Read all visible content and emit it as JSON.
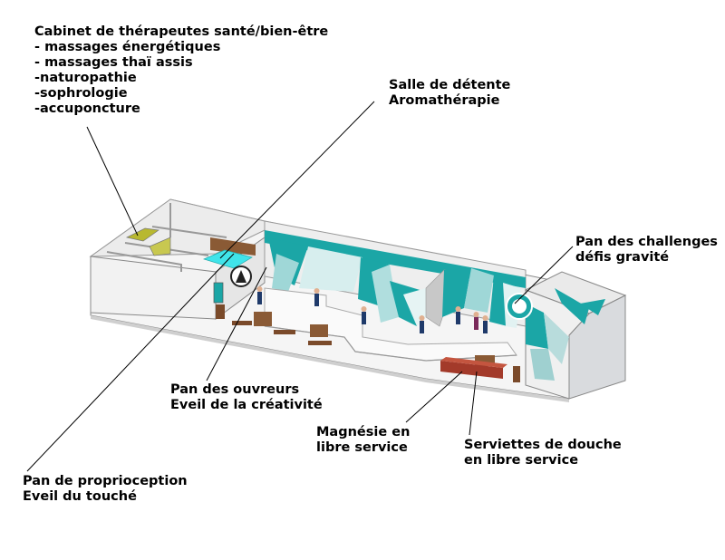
{
  "labels": {
    "cabinet": {
      "lines": [
        "Cabinet de thérapeutes santé/bien-être",
        "- massages énergétiques",
        "- massages thaï assis",
        "-naturopathie",
        "-sophrologie",
        "-accuponcture"
      ]
    },
    "detente": {
      "lines": [
        "Salle de détente",
        "Aromathérapie"
      ]
    },
    "challenges": {
      "lines": [
        "Pan des challenges",
        "défis gravité"
      ]
    },
    "ouvreurs": {
      "lines": [
        "Pan des ouvreurs",
        "Eveil de la créativité"
      ]
    },
    "magnesie": {
      "lines": [
        "Magnésie en",
        "libre service"
      ]
    },
    "serviettes": {
      "lines": [
        "Serviettes de douche",
        "en libre service"
      ]
    },
    "proprioception": {
      "lines": [
        "Pan de proprioception",
        "Eveil du touché"
      ]
    }
  },
  "colors": {
    "teal": "#1ba6a6",
    "light_teal": "#bfe3e3",
    "wall_gray": "#b8bcc0",
    "floor": "#f4f4f4",
    "olive": "#a8a82a",
    "wood": "#7a4a2a",
    "red_counter": "#a33a2a",
    "cyan_room": "#3fe0e6"
  }
}
